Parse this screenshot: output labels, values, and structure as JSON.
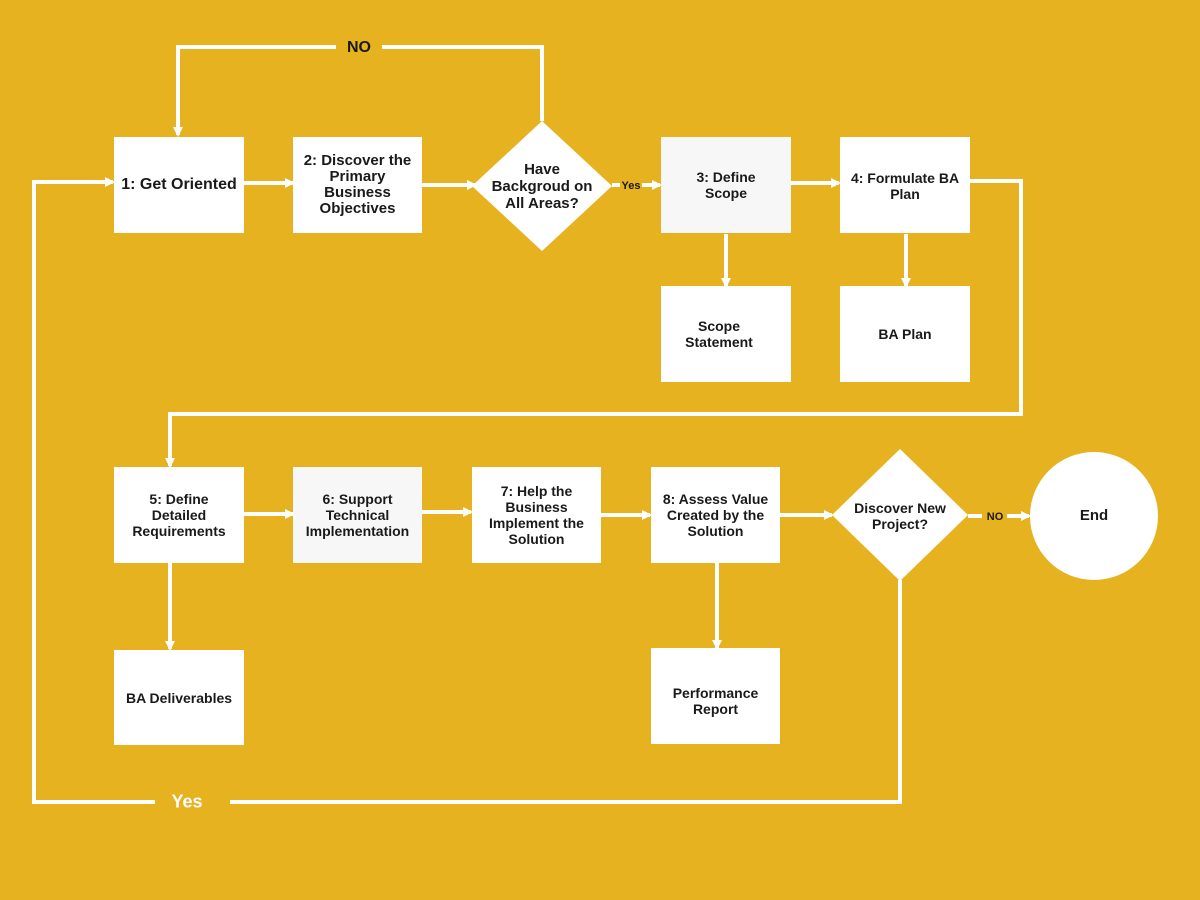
{
  "colors": {
    "background": "#E6B220",
    "node_fill": "#FFFFFF",
    "connector": "#FFFFFF",
    "text": "#1A1A1A"
  },
  "nodes": {
    "get_oriented": "1: Get Oriented",
    "discover_objectives": "2: Discover the\nPrimary\nBusiness\nObjectives",
    "decision_background": "Have\nBackgroud on\nAll Areas?",
    "define_scope": "3: Define\nScope",
    "formulate_plan": "4: Formulate BA\nPlan",
    "scope_statement": "Scope\nStatement",
    "ba_plan": "BA Plan",
    "define_requirements": "5: Define\nDetailed\nRequirements",
    "support_implementation": "6: Support\nTechnical\nImplementation",
    "help_business": "7: Help the\nBusiness\nImplement the\nSolution",
    "assess_value": "8: Assess Value\nCreated by the\nSolution",
    "decision_new_project": "Discover New\nProject?",
    "end": "End",
    "ba_deliverables": "BA Deliverables",
    "performance_report": "Performance\nReport"
  },
  "edge_labels": {
    "background_no": "NO",
    "background_yes": "Yes",
    "new_project_no": "NO",
    "new_project_yes": "Yes"
  }
}
